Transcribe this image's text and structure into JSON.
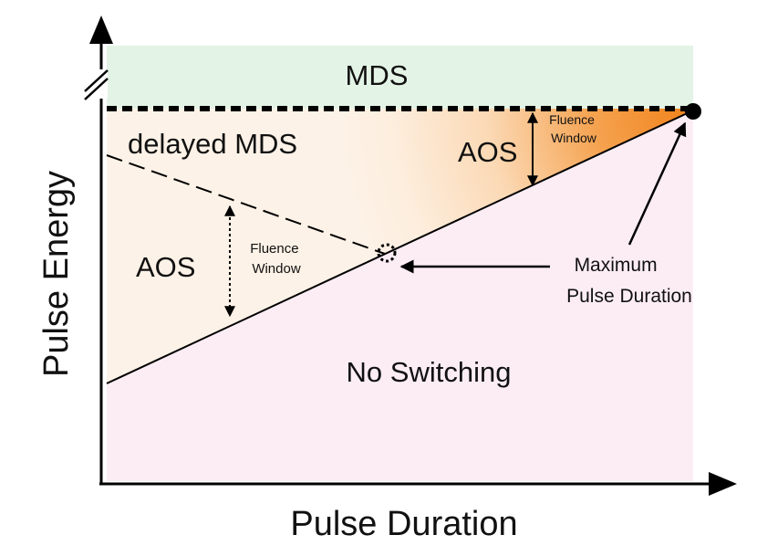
{
  "diagram": {
    "axes": {
      "x_label": "Pulse Duration",
      "y_label": "Pulse Energy"
    },
    "regions": {
      "mds": "MDS",
      "delayed_mds": "delayed MDS",
      "aos_left": "AOS",
      "aos_right": "AOS",
      "no_switching": "No Switching"
    },
    "annotations": {
      "fluence_window_left": [
        "Fluence",
        "Window"
      ],
      "fluence_window_right": [
        "Fluence",
        "Window"
      ],
      "maximum_pulse_duration": [
        "Maximum",
        "Pulse Duration"
      ]
    },
    "colors": {
      "mds_region": "#e3f3e6",
      "no_switching_region": "#fcedf4",
      "aos_region_light": "#fdf0e3",
      "aos_region_orange": "#f28a1e",
      "line": "#000000"
    }
  }
}
